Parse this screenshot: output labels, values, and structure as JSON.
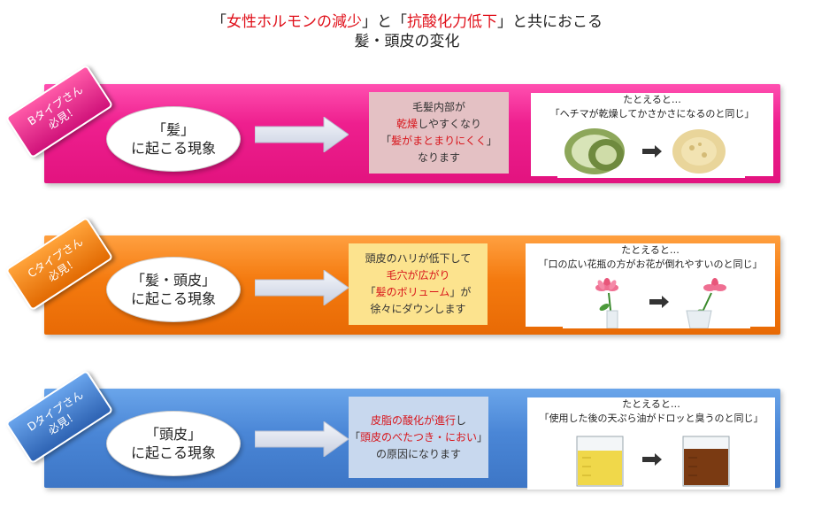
{
  "title": {
    "line1_q1_open": "「",
    "line1_red1": "女性ホルモンの減少",
    "line1_q1_close": "」",
    "line1_to": "と",
    "line1_q2_open": "「",
    "line1_red2": "抗酸化力低下",
    "line1_q2_close": "」",
    "line1_rest": "と共におこる",
    "line2": "髪・頭皮の変化"
  },
  "rows": [
    {
      "tag_line1": "Bタイプさん",
      "tag_line2": "必見！",
      "oval_line1": "「髪」",
      "oval_line2": "に起こる現象",
      "box": {
        "l1": "毛髪内部が",
        "l2_red": "乾燥",
        "l2_rest": "しやすくなり",
        "l3_open": "「",
        "l3_red": "髪がまとまりにくく",
        "l3_close": "」",
        "l4": "なります"
      },
      "example_caption1": "たとえると…",
      "example_caption2": "「ヘチマが乾燥してかさかさになるのと同じ」"
    },
    {
      "tag_line1": "Cタイプさん",
      "tag_line2": "必見！",
      "oval_line1": "「髪・頭皮」",
      "oval_line2": "に起こる現象",
      "box": {
        "l1": "頭皮のハリが低下して",
        "l2_red": "毛穴が広がり",
        "l3_open": "「",
        "l3_red": "髪のボリューム",
        "l3_close": "」が",
        "l4": "徐々にダウンします"
      },
      "example_caption1": "たとえると…",
      "example_caption2": "「口の広い花瓶の方がお花が倒れやすいのと同じ」"
    },
    {
      "tag_line1": "Dタイプさん",
      "tag_line2": "必見！",
      "oval_line1": "「頭皮」",
      "oval_line2": "に起こる現象",
      "box": {
        "l1_red": "皮脂の酸化が進行",
        "l1_rest": "し",
        "l2_open": "「",
        "l2_red": "頭皮のべたつき・におい",
        "l2_close": "」",
        "l3": "の原因になります"
      },
      "example_caption1": "たとえると…",
      "example_caption2": "「使用した後の天ぷら油がドロッと臭うのと同じ」"
    }
  ]
}
